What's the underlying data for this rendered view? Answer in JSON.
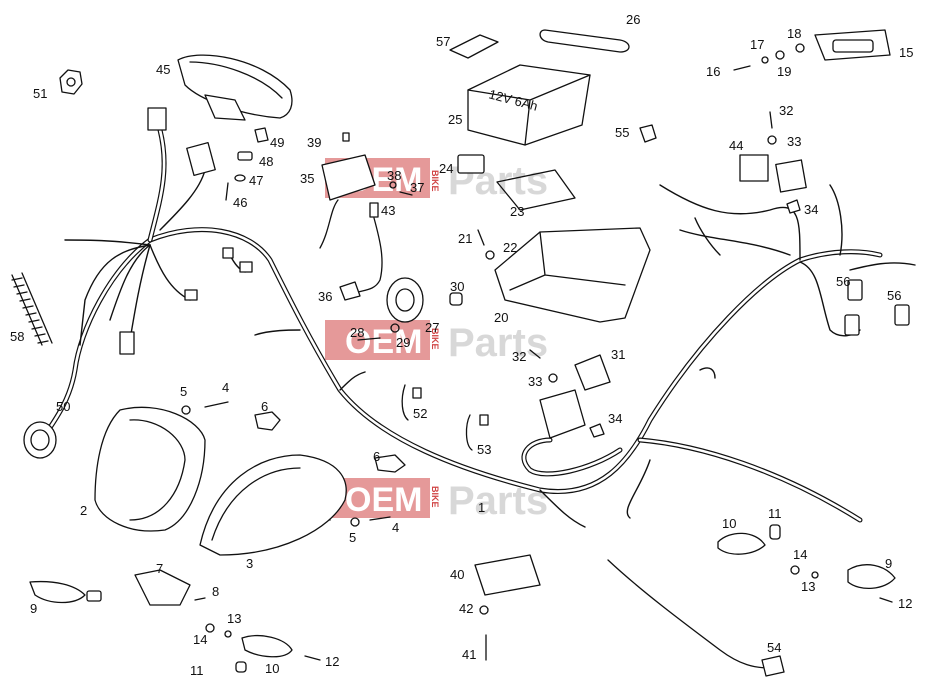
{
  "watermark": {
    "oem": "OEM",
    "bike": "BIKE",
    "parts": "Parts"
  },
  "labels": [
    {
      "id": "l1",
      "text": "1"
    },
    {
      "id": "l2",
      "text": "2"
    },
    {
      "id": "l3",
      "text": "3"
    },
    {
      "id": "l4a",
      "text": "4"
    },
    {
      "id": "l4b",
      "text": "4"
    },
    {
      "id": "l5a",
      "text": "5"
    },
    {
      "id": "l5b",
      "text": "5"
    },
    {
      "id": "l6a",
      "text": "6"
    },
    {
      "id": "l6b",
      "text": "6"
    },
    {
      "id": "l7",
      "text": "7"
    },
    {
      "id": "l8",
      "text": "8"
    },
    {
      "id": "l9a",
      "text": "9"
    },
    {
      "id": "l9b",
      "text": "9"
    },
    {
      "id": "l10a",
      "text": "10"
    },
    {
      "id": "l10b",
      "text": "10"
    },
    {
      "id": "l11a",
      "text": "11"
    },
    {
      "id": "l11b",
      "text": "11"
    },
    {
      "id": "l12a",
      "text": "12"
    },
    {
      "id": "l12b",
      "text": "12"
    },
    {
      "id": "l13a",
      "text": "13"
    },
    {
      "id": "l13b",
      "text": "13"
    },
    {
      "id": "l14a",
      "text": "14"
    },
    {
      "id": "l14b",
      "text": "14"
    },
    {
      "id": "l15",
      "text": "15"
    },
    {
      "id": "l16",
      "text": "16"
    },
    {
      "id": "l17",
      "text": "17"
    },
    {
      "id": "l18",
      "text": "18"
    },
    {
      "id": "l19",
      "text": "19"
    },
    {
      "id": "l20",
      "text": "20"
    },
    {
      "id": "l21",
      "text": "21"
    },
    {
      "id": "l22",
      "text": "22"
    },
    {
      "id": "l23",
      "text": "23"
    },
    {
      "id": "l24",
      "text": "24"
    },
    {
      "id": "l25",
      "text": "25"
    },
    {
      "id": "l26",
      "text": "26"
    },
    {
      "id": "l27",
      "text": "27"
    },
    {
      "id": "l28",
      "text": "28"
    },
    {
      "id": "l29",
      "text": "29"
    },
    {
      "id": "l30",
      "text": "30"
    },
    {
      "id": "l31",
      "text": "31"
    },
    {
      "id": "l32a",
      "text": "32"
    },
    {
      "id": "l32b",
      "text": "32"
    },
    {
      "id": "l33a",
      "text": "33"
    },
    {
      "id": "l33b",
      "text": "33"
    },
    {
      "id": "l34a",
      "text": "34"
    },
    {
      "id": "l34b",
      "text": "34"
    },
    {
      "id": "l35",
      "text": "35"
    },
    {
      "id": "l36",
      "text": "36"
    },
    {
      "id": "l37",
      "text": "37"
    },
    {
      "id": "l38",
      "text": "38"
    },
    {
      "id": "l39",
      "text": "39"
    },
    {
      "id": "l40",
      "text": "40"
    },
    {
      "id": "l41",
      "text": "41"
    },
    {
      "id": "l42",
      "text": "42"
    },
    {
      "id": "l43",
      "text": "43"
    },
    {
      "id": "l44",
      "text": "44"
    },
    {
      "id": "l45",
      "text": "45"
    },
    {
      "id": "l46",
      "text": "46"
    },
    {
      "id": "l47",
      "text": "47"
    },
    {
      "id": "l48",
      "text": "48"
    },
    {
      "id": "l49",
      "text": "49"
    },
    {
      "id": "l50",
      "text": "50"
    },
    {
      "id": "l51",
      "text": "51"
    },
    {
      "id": "l52",
      "text": "52"
    },
    {
      "id": "l53",
      "text": "53"
    },
    {
      "id": "l54",
      "text": "54"
    },
    {
      "id": "l55",
      "text": "55"
    },
    {
      "id": "l56a",
      "text": "56"
    },
    {
      "id": "l56b",
      "text": "56"
    },
    {
      "id": "l57",
      "text": "57"
    },
    {
      "id": "l58",
      "text": "58"
    }
  ],
  "battery_text": "12V 6Ah",
  "colors": {
    "watermark_red": "#d04545",
    "watermark_gray": "#cfcfcf",
    "line": "#111111"
  }
}
